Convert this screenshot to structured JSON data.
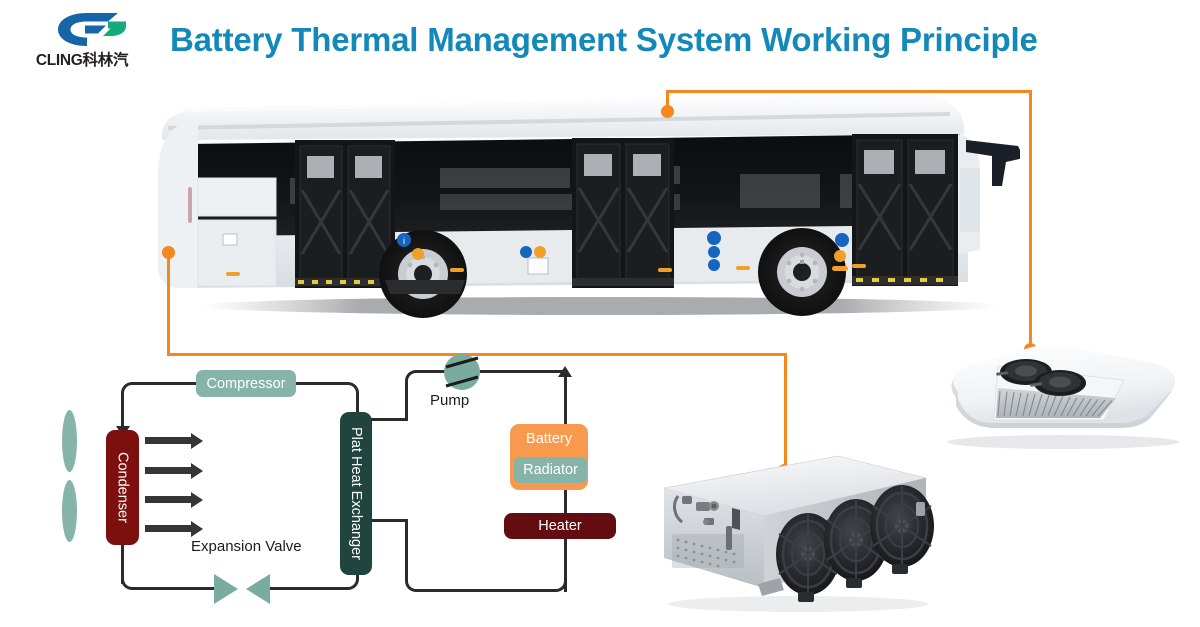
{
  "header": {
    "logo_brand": "CLING",
    "logo_brand_cn": "科林汽",
    "logo_full": "CLING科林汽",
    "title": "Battery Thermal Management System Working Principle",
    "title_color": "#1289b8"
  },
  "photos": {
    "bus": "electric-city-bus-side-view",
    "rooftop_ac": "rooftop-air-conditioning-unit",
    "battery_unit": "battery-thermal-management-unit"
  },
  "connectors": {
    "color": "#f5871f",
    "callouts": [
      {
        "name": "bus-front-compartment-to-schematic"
      },
      {
        "name": "bus-roof-to-rooftop-ac"
      },
      {
        "name": "bus-underfloor-to-battery-unit"
      }
    ]
  },
  "schematic": {
    "type": "refrigerant-coolant-loop",
    "nodes": [
      {
        "id": "compressor",
        "label": "Compressor",
        "color": "#86b4a9",
        "text_color": "#ffffff",
        "orientation": "horizontal"
      },
      {
        "id": "condenser",
        "label": "Condenser",
        "color": "#7d0f0f",
        "text_color": "#ffffff",
        "orientation": "vertical"
      },
      {
        "id": "phe",
        "label": "Plat Heat Exchanger",
        "color": "#21453e",
        "text_color": "#ffffff",
        "orientation": "vertical"
      },
      {
        "id": "battery",
        "label": "Battery",
        "color": "#f79a4e",
        "text_color": "#ffffff",
        "orientation": "horizontal"
      },
      {
        "id": "radiator",
        "label": "Radiator",
        "color": "#86b4a9",
        "text_color": "#ffffff",
        "orientation": "horizontal"
      },
      {
        "id": "heater",
        "label": "Heater",
        "color": "#630d11",
        "text_color": "#ffffff",
        "orientation": "horizontal"
      }
    ],
    "components": [
      {
        "id": "pump",
        "label": "Pump",
        "color": "#7aab9f",
        "shape": "circle"
      },
      {
        "id": "expansion-valve",
        "label": "Expansion Valve",
        "color": "#7aab9f",
        "shape": "bowtie"
      },
      {
        "id": "condenser-fan",
        "label": "",
        "color": "#86b4a9",
        "shape": "ellipse-pair"
      }
    ],
    "airflow_arrows": {
      "count": 4,
      "color": "#353535",
      "direction": "right"
    },
    "pipe_color": "#2b2b2b"
  }
}
